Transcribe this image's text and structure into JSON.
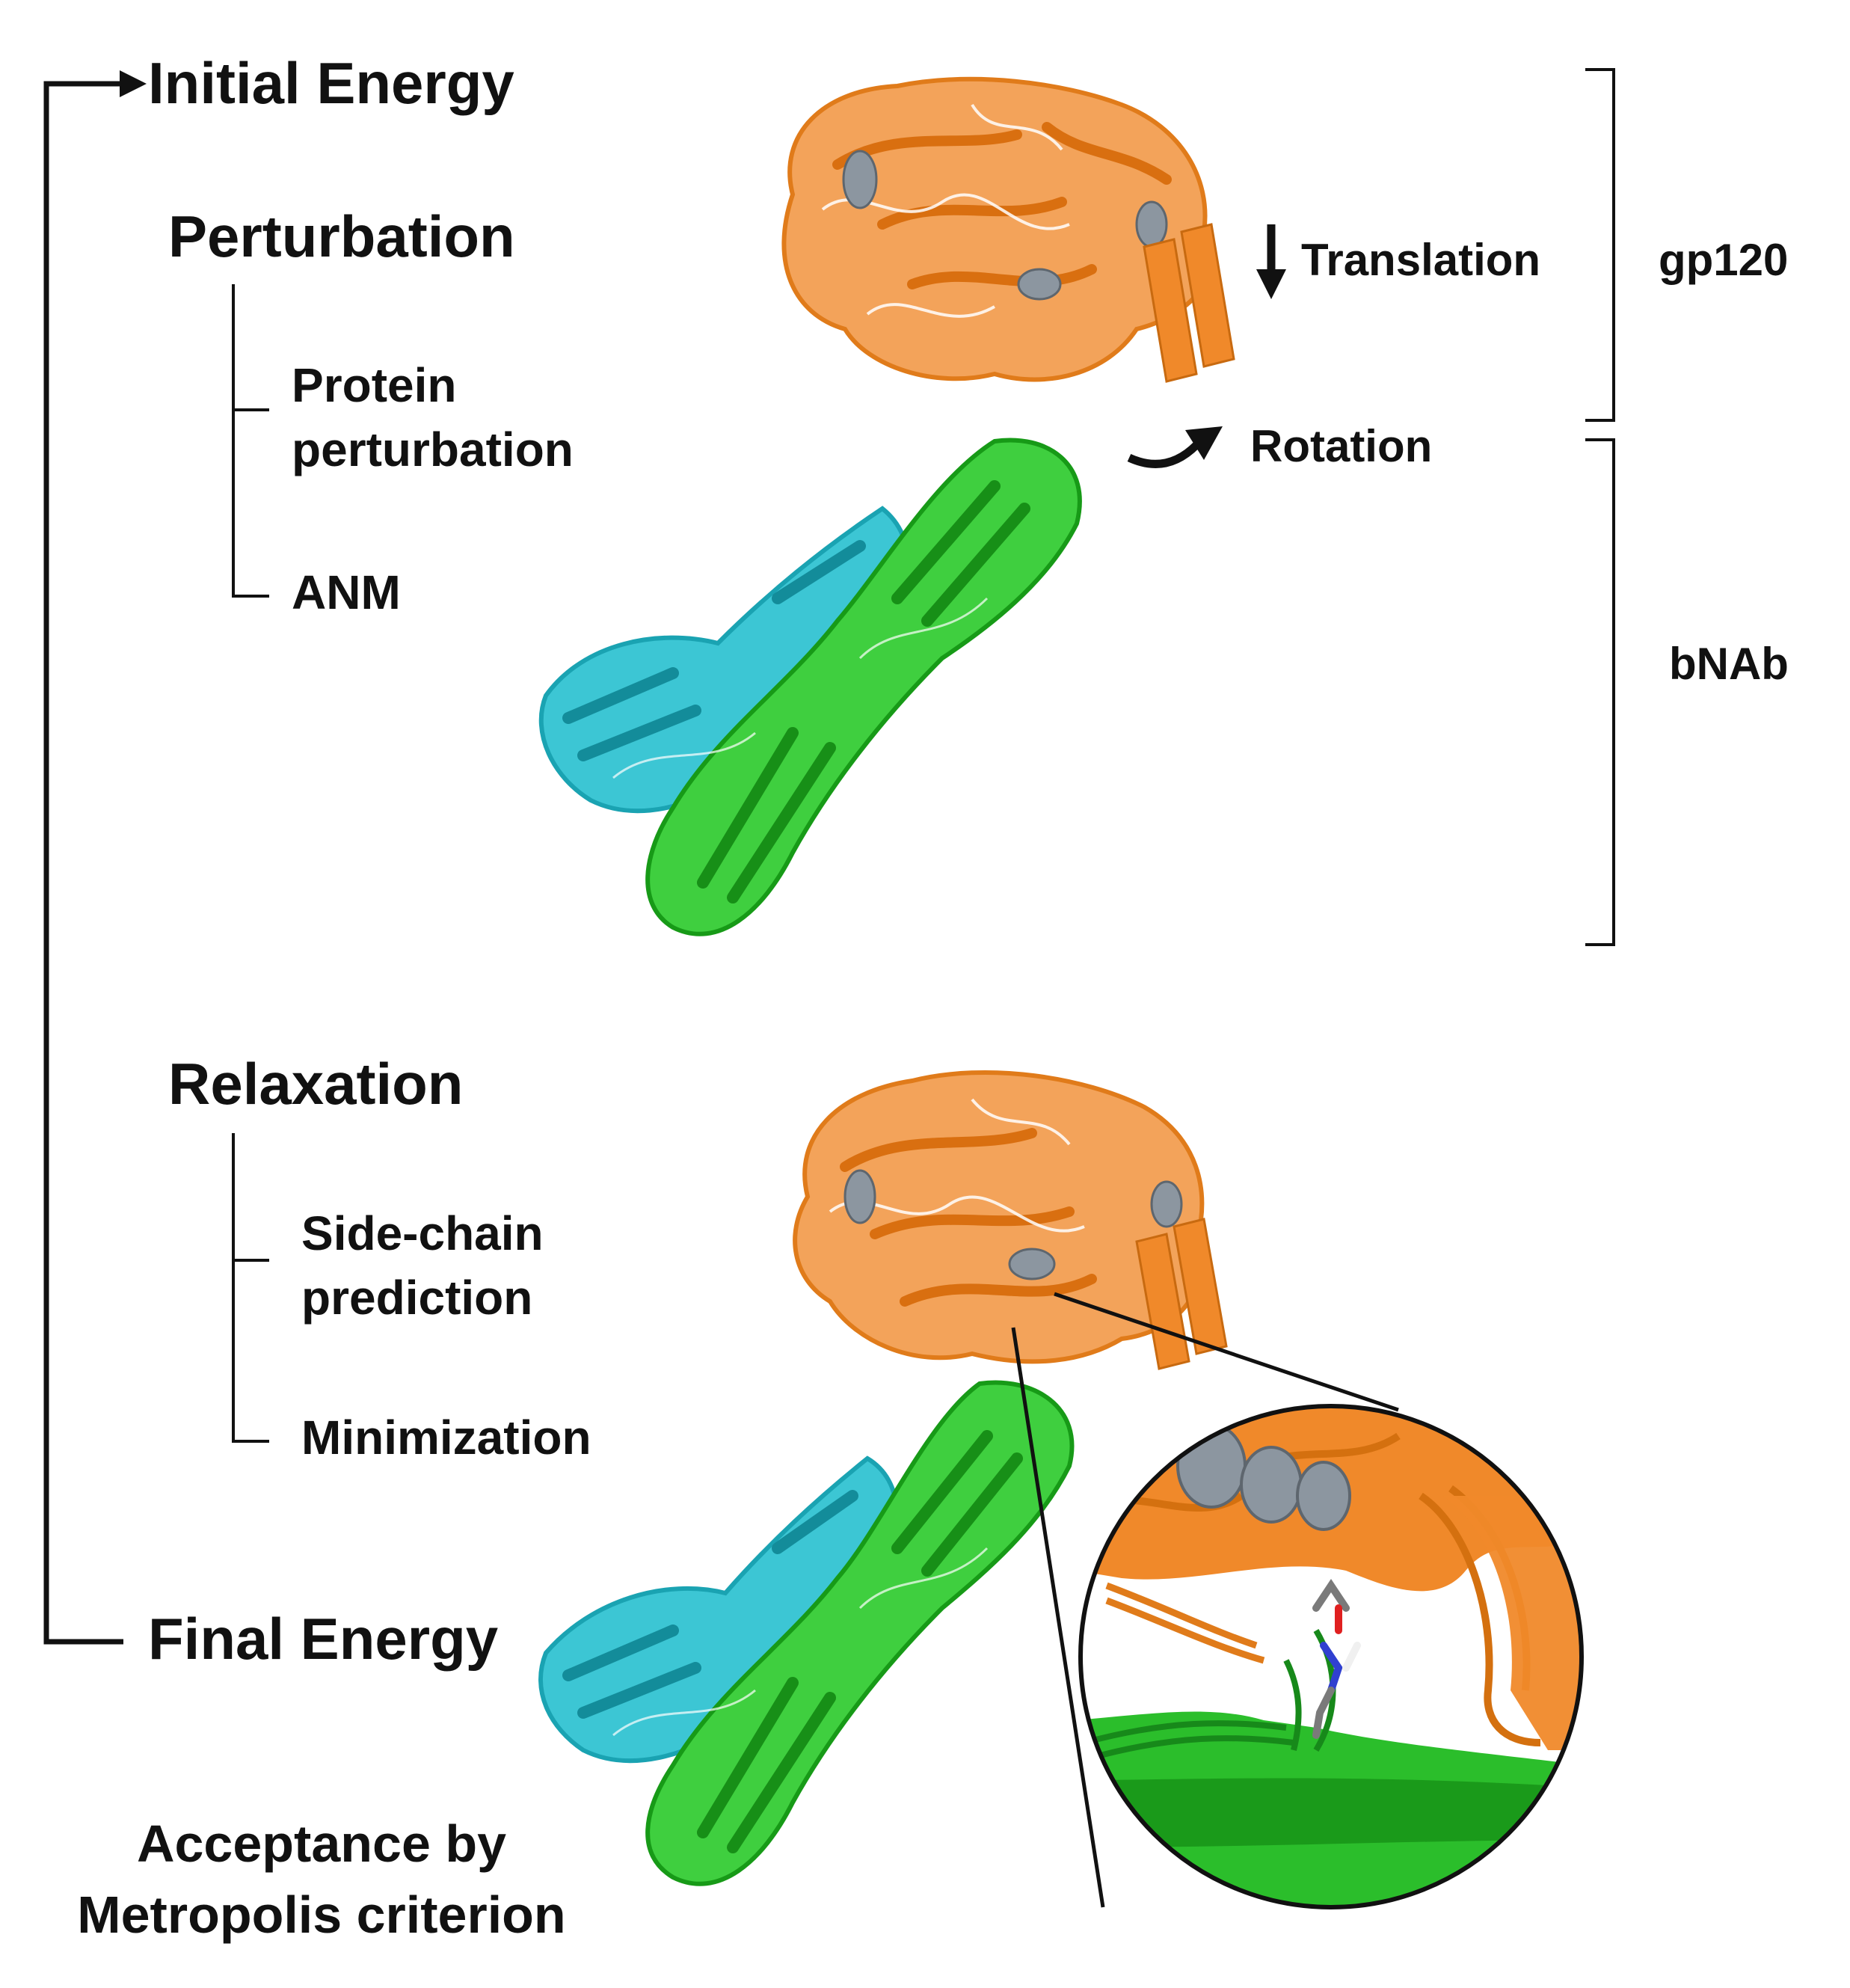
{
  "flow": {
    "initial_energy": "Initial Energy",
    "final_energy": "Final Energy",
    "acceptance_line1": "Acceptance by",
    "acceptance_line2": "Metropolis criterion"
  },
  "perturbation": {
    "title": "Perturbation",
    "step1_line1": "Protein",
    "step1_line2": "perturbation",
    "step2": "ANM"
  },
  "relaxation": {
    "title": "Relaxation",
    "step1_line1": "Side-chain",
    "step1_line2": "prediction",
    "step2": "Minimization"
  },
  "moves": {
    "translation": "Translation",
    "rotation": "Rotation"
  },
  "brackets": {
    "gp120": "gp120",
    "bnab": "bNAb"
  },
  "colors": {
    "gp120": "#f0892a",
    "gp120_helix": "#8c96a0",
    "heavy_chain": "#1fb51f",
    "light_chain": "#1cb8c8",
    "line": "#111111"
  }
}
